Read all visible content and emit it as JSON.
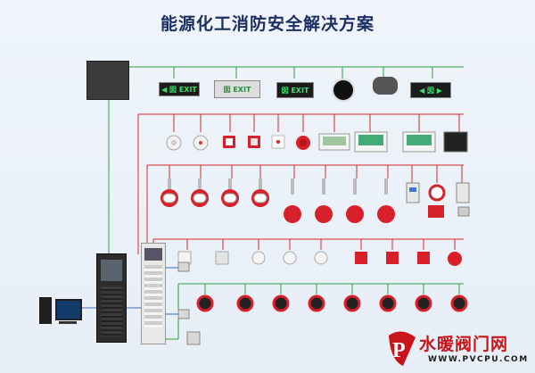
{
  "title": "能源化工消防安全解决方案",
  "watermark": {
    "logo_letter": "P",
    "text": "水暖阀门网",
    "url": "WWW.PVCPU.COM"
  },
  "colors": {
    "title": "#1c2f63",
    "line_green": "#2f9e49",
    "line_red": "#d32a2a",
    "line_blue": "#3a6fbf",
    "device_red": "#d8202a",
    "sign_green": "#3dde6a"
  },
  "signs": {
    "exit_left": "◀ 囡 EXIT",
    "exit_center": "囡 EXIT",
    "exit_right": "囡 EXIT",
    "arrows": "◀ 囡 ▶"
  }
}
